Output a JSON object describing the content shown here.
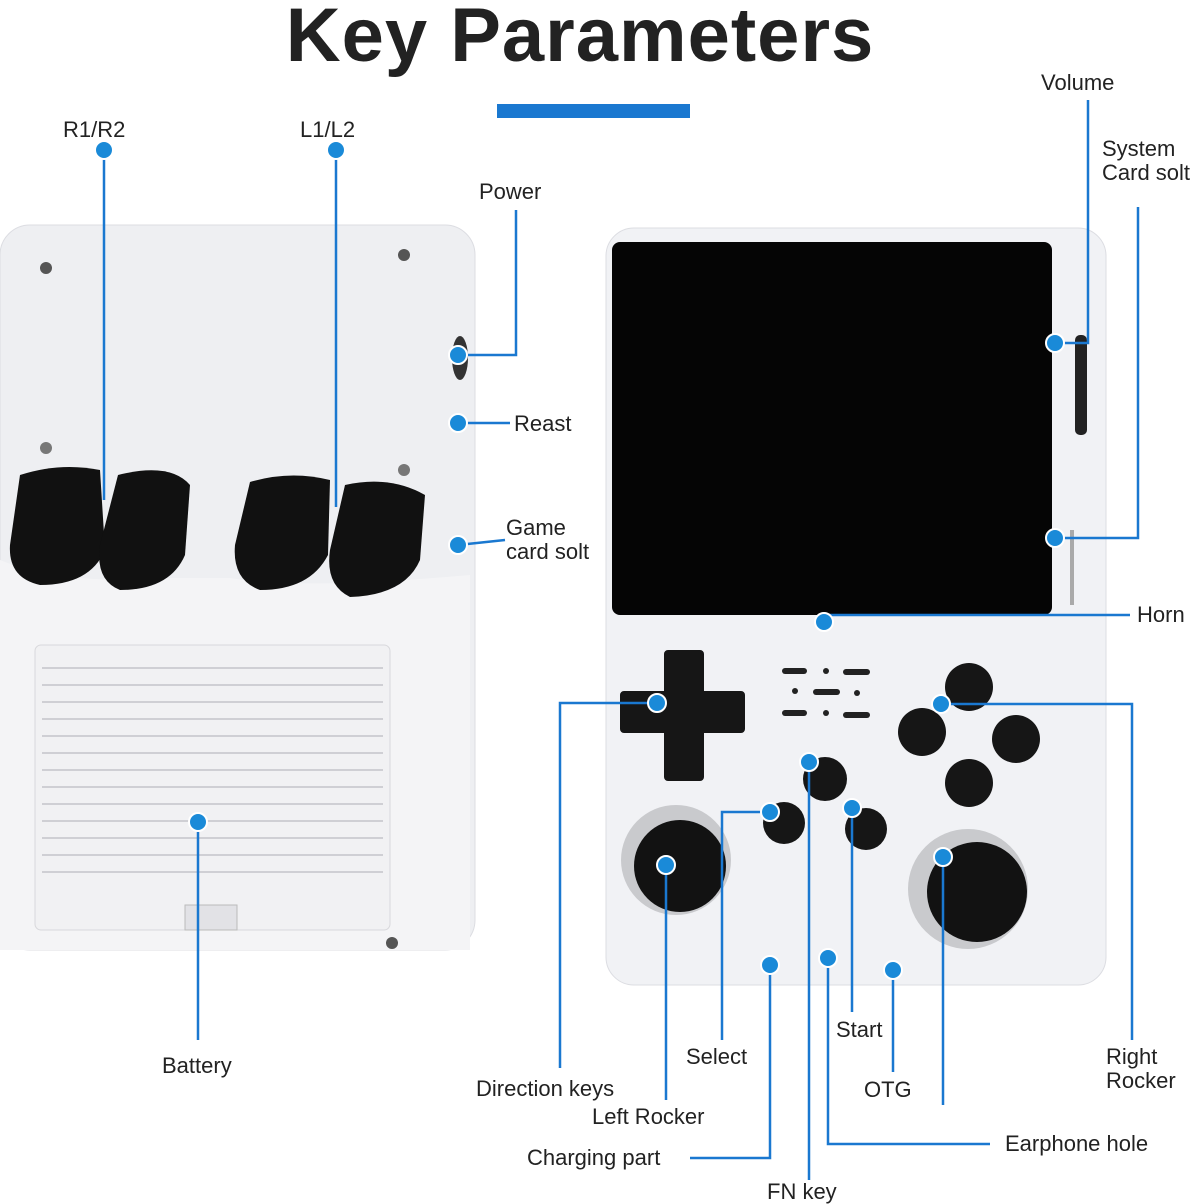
{
  "title": "Key Parameters",
  "accent_color": "#1a78d0",
  "labels": {
    "r1r2": "R1/R2",
    "l1l2": "L1/L2",
    "power": "Power",
    "reset": "Reast",
    "game_card_1": "Game",
    "game_card_2": "card solt",
    "battery": "Battery",
    "volume": "Volume",
    "system_card_1": "System",
    "system_card_2": "Card solt",
    "horn": "Horn",
    "right_rocker_1": "Right",
    "right_rocker_2": "Rocker",
    "otg": "OTG",
    "start": "Start",
    "select": "Select",
    "direction_keys": "Direction keys",
    "left_rocker": "Left Rocker",
    "charging_part": "Charging part",
    "earphone_hole": "Earphone hole",
    "fn_key": "FN key"
  }
}
